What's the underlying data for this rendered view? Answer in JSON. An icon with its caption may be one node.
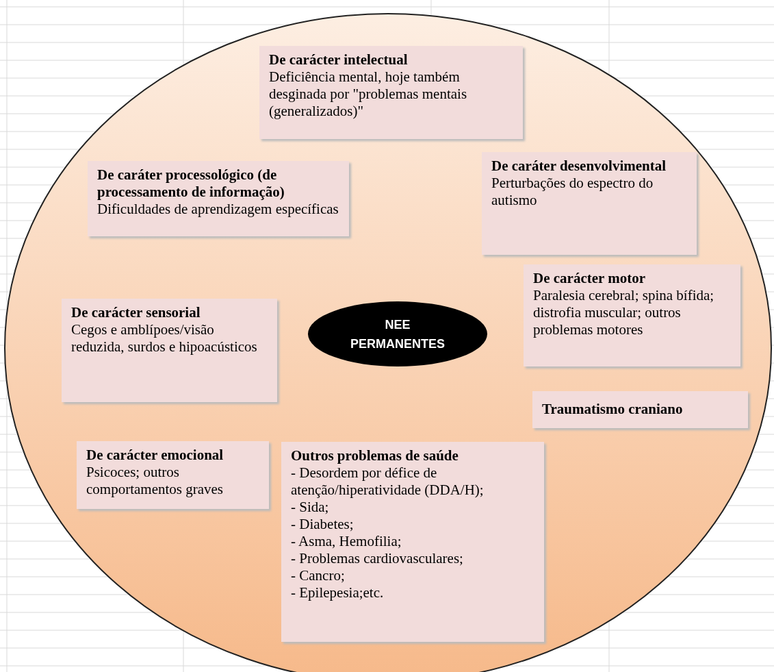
{
  "diagram": {
    "nodes": [
      {
        "text": [],
        "shape": "circle"
      },
      {
        "text": [
          "De carácter intelectual",
          "Deficiência mental, hoje também desginada por \"problemas mentais (generalizados)\""
        ],
        "in": 0
      },
      {
        "text": [
          "De caráter processológico (de processamento de informação)",
          "Dificuldades de aprendizagem específicas"
        ],
        "in": 0
      },
      {
        "text": [
          "De caráter desenvolvimental",
          "Perturbações do espectro do autismo"
        ],
        "in": 0
      },
      {
        "text": [
          "De carácter motor",
          "Paralesia cerebral; spina bífida; distrofia muscular; outros problemas motores"
        ],
        "in": 0
      },
      {
        "text": [
          "De carácter sensorial",
          "Cegos e amblípoes/visão reduzida, surdos e hipoacústicos"
        ],
        "in": 0
      },
      {
        "text": [
          "NEE PERMANENTES"
        ],
        "in": 0
      },
      {
        "text": [
          "Traumatismo craniano"
        ],
        "in": 0
      },
      {
        "text": [
          "De carácter emocional",
          "Psicoces; outros comportamentos graves"
        ],
        "in": 0
      },
      {
        "text": [
          "Outros problemas de saúde",
          "- Desordem por défice de atenção/hiperatividade (DDA/H);",
          "- Sida;",
          "- Diabetes;",
          "- Asma, Hemofilia;",
          "- Problemas cardiovasculares;",
          "- Cancro;",
          "- Epilepesia;etc."
        ],
        "in": 0
      }
    ],
    "edges": []
  }
}
